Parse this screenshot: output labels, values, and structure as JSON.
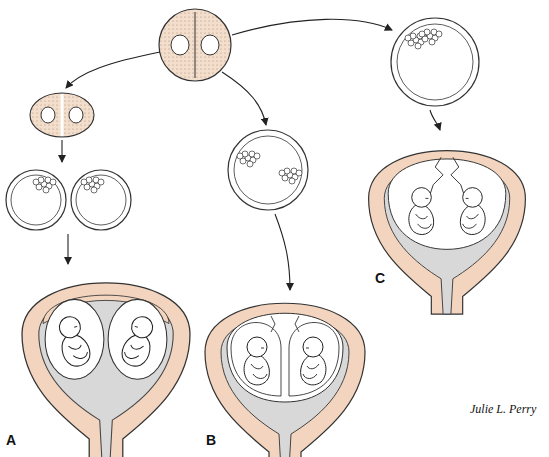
{
  "diagram": {
    "labels": [
      "A",
      "B",
      "C",
      "Julie L. Perry"
    ]
  }
}
